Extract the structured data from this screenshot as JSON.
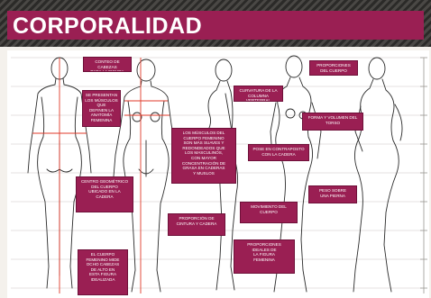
{
  "page": {
    "title": "CORPORALIDAD"
  },
  "colors": {
    "accent": "#9a1f53",
    "banner_texture": "#3a3836",
    "sheet": "#ffffff",
    "guide_red": "#e03a2a"
  },
  "notes": {
    "n1": "CONTEO DE CABEZAS\nPARA LA FIGURA",
    "n2": "SE PRESENTAN\nLOS MÚSCULOS QUE\nDEFINEN LA\nANATOMÍA\nFEMENINA",
    "n3": "LOS MÚSCULOS DEL\nCUERPO FEMENINO\nSON MÁS SUAVES Y\nREDONDEADOS QUE\nLOS MASCULINOS,\nCON MAYOR\nCONCENTRACIÓN DE\nGRASA EN CADERAS\nY MUSLOS",
    "n4": "CURVATURA DE LA\nCOLUMNA VERTEBRAL",
    "n5": "PROPORCIONES\nDEL CUERPO",
    "n6": "POSE EN CONTRAPOSTO\nCON LA CADERA",
    "n7": "FORMA Y VOLUMEN DEL\nTORSO",
    "n8": "CENTRO GEOMÉTRICO\nDEL CUERPO\nUBICADO EN LA\nCADERA",
    "n9": "PROPORCIÓN DE\nCINTURA Y CADERA",
    "n10": "MOVIMIENTO DEL\nCUERPO",
    "n11": "PESO SOBRE\nUNA PIERNA",
    "n12": "EL CUERPO\nFEMENINO MIDE\nOCHO CABEZAS\nDE ALTO EN\nESTA FIGURA\nIDEALIZADA",
    "n13": "PROPORCIONES\nIDEALES DE\nLA FIGURA\nFEMENINA"
  }
}
